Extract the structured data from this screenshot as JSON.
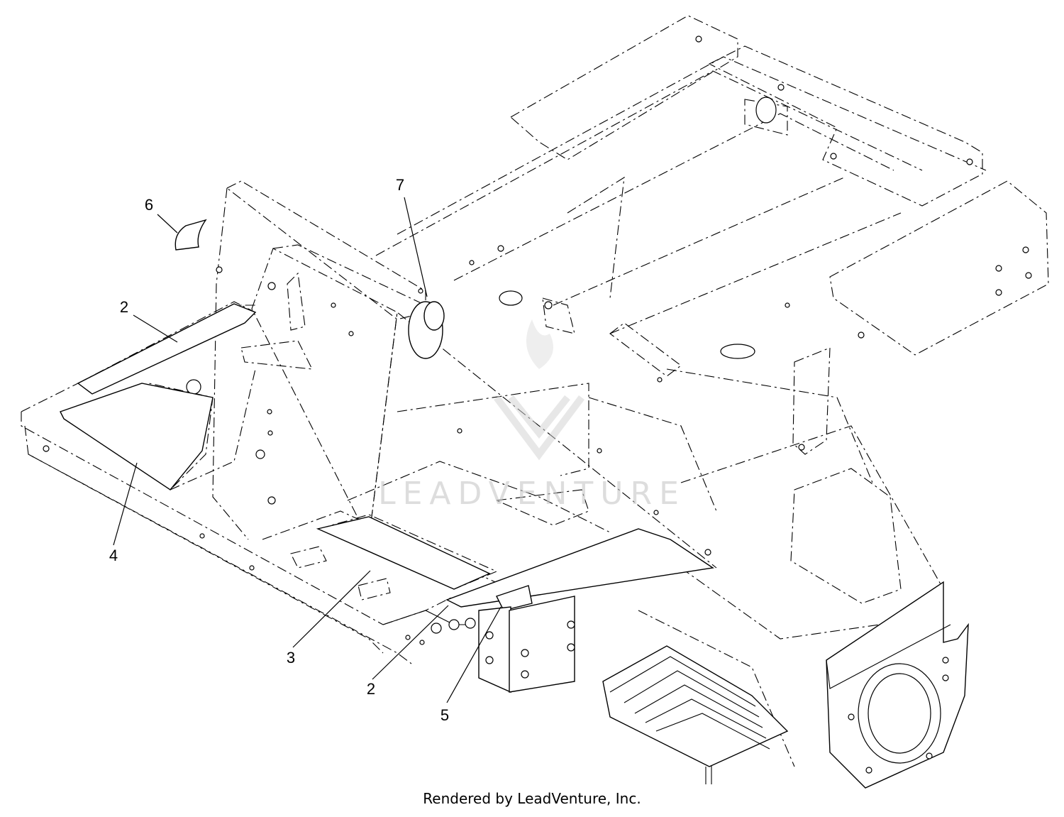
{
  "callouts": [
    {
      "label": "6"
    },
    {
      "label": "7"
    },
    {
      "label": "2"
    },
    {
      "label": "4"
    },
    {
      "label": "3"
    },
    {
      "label": "2"
    },
    {
      "label": "5"
    }
  ],
  "watermark": {
    "text": "LEADVENTURE"
  },
  "footer": {
    "text": "Rendered by LeadVenture, Inc."
  }
}
